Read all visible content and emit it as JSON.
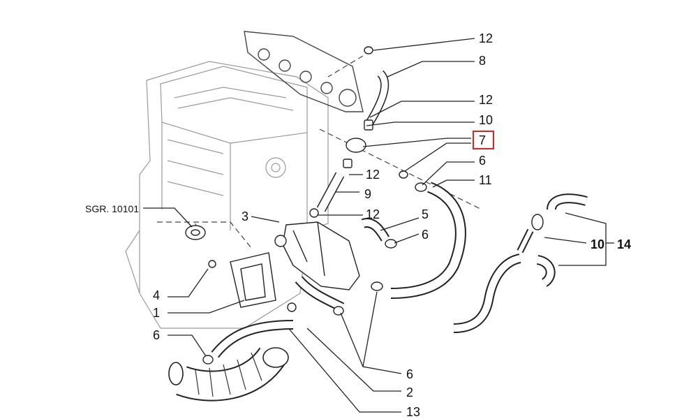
{
  "diagram": {
    "callouts": {
      "c12a": "12",
      "c8": "8",
      "c12b": "12",
      "c10a": "10",
      "c7": "7",
      "c6a": "6",
      "c11": "11",
      "c12c": "12",
      "c9": "9",
      "c12d": "12",
      "c5": "5",
      "c6b": "6",
      "c3": "3",
      "c10b": "10",
      "c14": "14",
      "csgr": "SGR. 10101",
      "c4": "4",
      "c1": "1",
      "c6c": "6",
      "c6d": "6",
      "c2": "2",
      "c13": "13"
    },
    "highlight_color": "#d62728"
  }
}
